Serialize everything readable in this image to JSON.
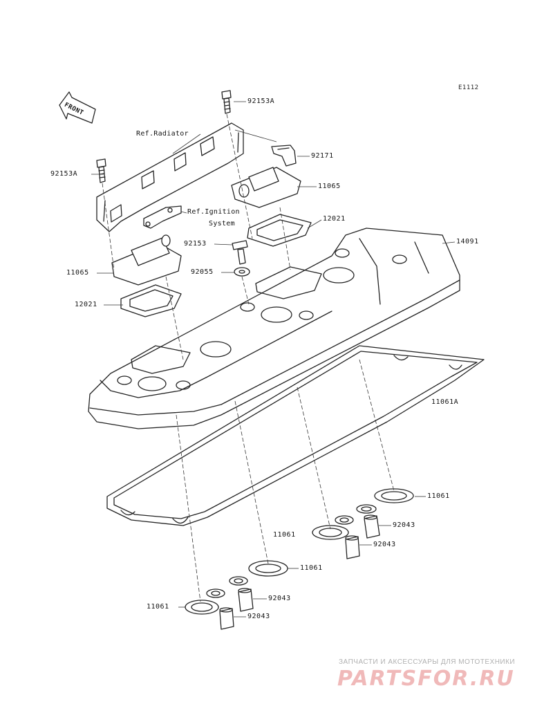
{
  "diagram_code": "E1112",
  "front_marker": "FRONT",
  "labels": {
    "bolt_top": "92153A",
    "bolt_left": "92153A",
    "ref_radiator": "Ref.Radiator",
    "clamp": "92171",
    "breather_right": "11065",
    "ref_ignition_line1": "Ref.Ignition",
    "ref_ignition_line2": "System",
    "plate_right": "12021",
    "cover": "14091",
    "bolt_mid": "92153",
    "washer": "92055",
    "breather_left": "11065",
    "plate_left": "12021",
    "gasket_large": "11061A",
    "seal_upper_right": "11061",
    "seal_mid": "11061",
    "bush_right_upper": "92043",
    "bush_right_lower": "92043",
    "seal_lower_right": "11061",
    "bush_left_upper": "92043",
    "seal_lower_left": "11061",
    "bush_left_lower": "92043"
  },
  "watermark": {
    "tagline": "ЗАПЧАСТИ И АКСЕССУАРЫ ДЛЯ МОТОТЕХНИКИ",
    "brand": "PARTSFOR.RU"
  }
}
